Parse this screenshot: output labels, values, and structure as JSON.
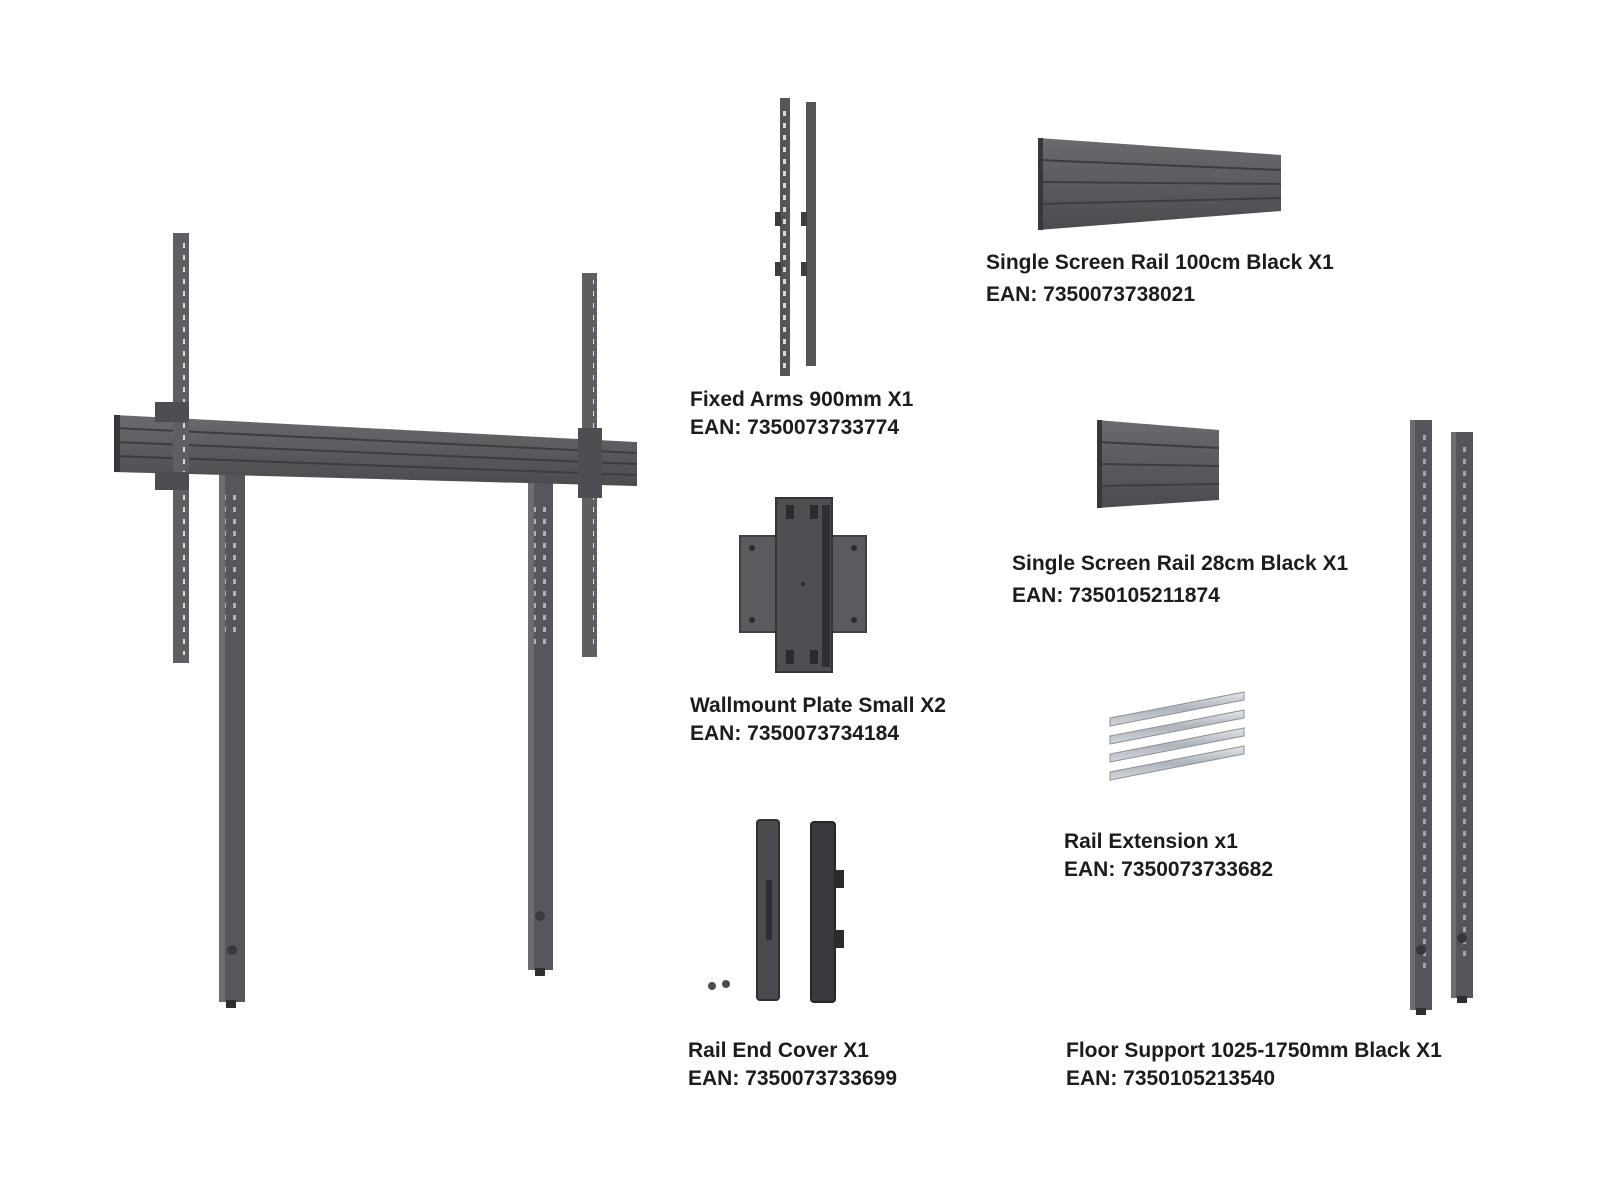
{
  "parts": [
    {
      "id": "fixed-arms",
      "name": "Fixed Arms 900mm X1",
      "ean": "EAN: 7350073733774"
    },
    {
      "id": "wallmount-plate",
      "name": "Wallmount Plate Small X2",
      "ean": "EAN: 7350073734184"
    },
    {
      "id": "rail-end-cover",
      "name": "Rail End Cover X1",
      "ean": "EAN: 7350073733699"
    },
    {
      "id": "rail-100",
      "name": "Single Screen Rail 100cm Black X1",
      "ean": "EAN: 7350073738021"
    },
    {
      "id": "rail-28",
      "name": "Single Screen Rail 28cm Black X1",
      "ean": "EAN: 7350105211874"
    },
    {
      "id": "rail-extension",
      "name": "Rail Extension x1",
      "ean": "EAN: 7350073733682"
    },
    {
      "id": "floor-support",
      "name": "Floor Support 1025-1750mm Black X1",
      "ean": "EAN: 7350105213540"
    }
  ],
  "colors": {
    "metal": "#5c5d60",
    "metal_dark": "#3e3f42",
    "metal_light": "#7a7b7e",
    "steel": "#c7ccd1",
    "text": "#1c1c1c"
  }
}
